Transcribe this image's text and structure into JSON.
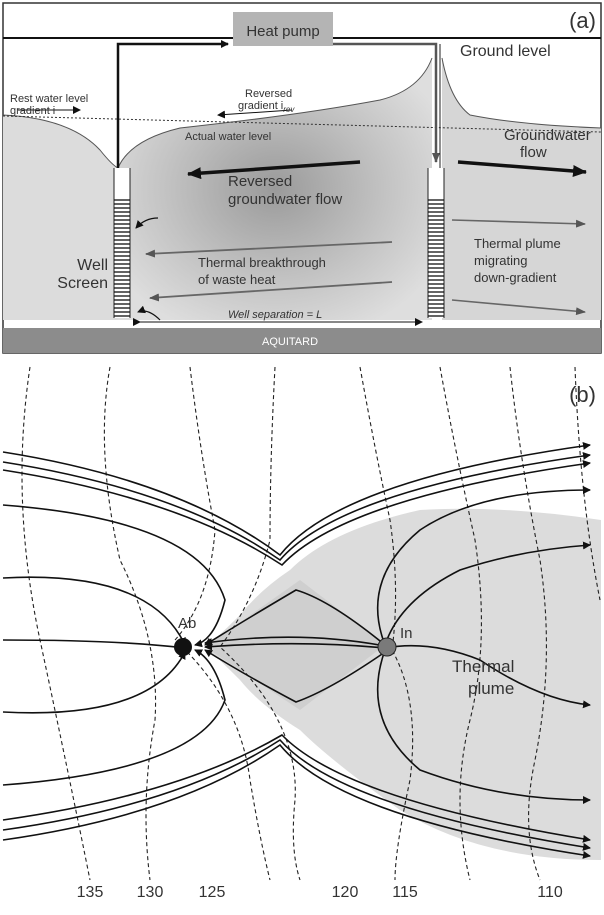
{
  "panel_a": {
    "label": "(a)",
    "heat_pump": "Heat pump",
    "ground_level": "Ground level",
    "rest_water_level_1": "Rest water level",
    "rest_water_level_2": "gradient i",
    "reversed_gradient_1": "Reversed",
    "reversed_gradient_2": "gradient i",
    "reversed_gradient_sub": "rev",
    "actual_water_level": "Actual water level",
    "groundwater_flow_1": "Groundwater",
    "groundwater_flow_2": "flow",
    "reversed_flow_1": "Reversed",
    "reversed_flow_2": "groundwater flow",
    "thermal_breakthrough_1": "Thermal breakthrough",
    "thermal_breakthrough_2": "of waste heat",
    "thermal_plume_1": "Thermal plume",
    "thermal_plume_2": "migrating",
    "thermal_plume_3": "down-gradient",
    "well_1": "Well",
    "well_2": "Screen",
    "well_separation": "Well separation = L",
    "aquitard": "AQUITARD"
  },
  "panel_b": {
    "label": "(b)",
    "abstraction": "Ab",
    "injection": "In",
    "plume_1": "Thermal",
    "plume_2": "plume",
    "contours": [
      "135",
      "130",
      "125",
      "120",
      "115",
      "110"
    ]
  },
  "colors": {
    "shade": "#dcdcdc",
    "heat_pump_box": "#b4b4b4",
    "aquitard": "#8c8c8c",
    "injection_well": "#7a7a7a"
  }
}
